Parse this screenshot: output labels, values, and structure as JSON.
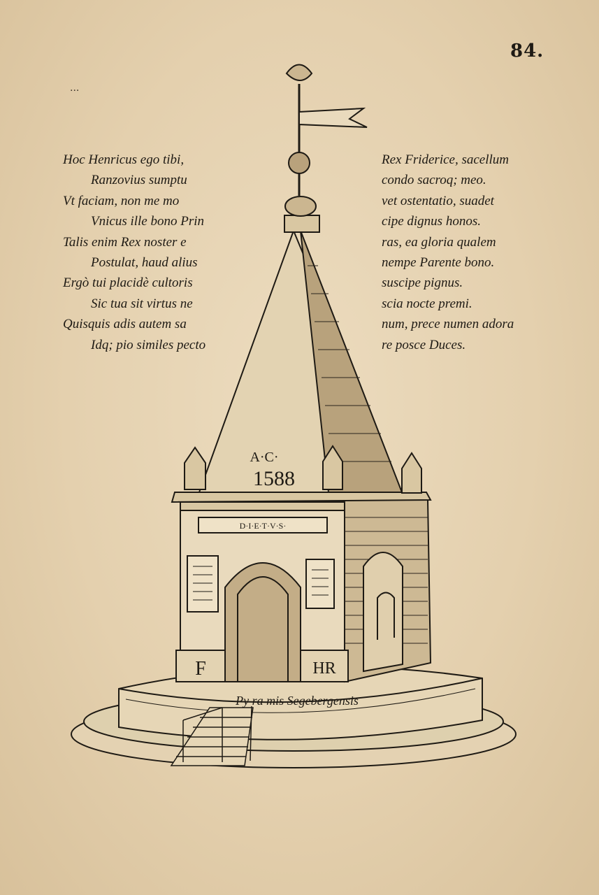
{
  "page_number": "84.",
  "corner_mark": "...",
  "poem": {
    "left_lines": [
      "Hoc Henricus ego tibi,",
      "Ranzovius sumptu",
      "Vt faciam, non me mo",
      "Vnicus ille bono Prin",
      "Talis enim Rex noster e",
      "Postulat, haud alius",
      "Ergò tui placidè cultoris",
      "Sic tua sit virtus ne",
      "Quisquis adis autem sa",
      "Idq; pio similes pecto"
    ],
    "right_lines": [
      "Rex Friderice, sacellum",
      "condo sacroq; meo.",
      "vet ostentatio, suadet",
      "cipe dignus honos.",
      "ras, ea gloria qualem",
      "nempe Parente bono.",
      "suscipe pignus.",
      "scia nocte premi.",
      "num, prece numen adora",
      "re posce Duces."
    ]
  },
  "illustration": {
    "year_top": "A·C·",
    "year": "1588",
    "banner": "D·I·E·T·V·S·",
    "monogram_left": "F",
    "monogram_right": "HR",
    "caption": "Py ra mis Segebergensis"
  }
}
